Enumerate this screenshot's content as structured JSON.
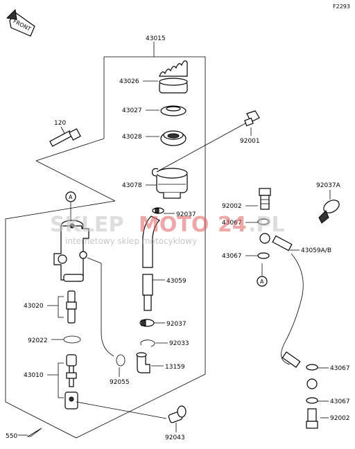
{
  "diagram": {
    "code": "F2293",
    "front_badge": "FRONT",
    "callouts": {
      "c43015": "43015",
      "c43026": "43026",
      "c43027": "43027",
      "c43028": "43028",
      "c92001": "92001",
      "c120": "120",
      "c43078": "43078",
      "c92037a_top": "92037",
      "c43059": "43059",
      "c92037_b": "92037",
      "c92033": "92033",
      "c13159": "13159",
      "c43020": "43020",
      "c92022": "92022",
      "c43010": "43010",
      "c92055": "92055",
      "c550": "550",
      "c92043": "92043",
      "c92037A": "92037A",
      "c92002_top": "92002",
      "c43067_1": "43067",
      "c43067_2": "43067",
      "c43059AB": "43059A/B",
      "c43067_3": "43067",
      "c43067_4": "43067",
      "c92002_bottom": "92002",
      "ref_a1": "A",
      "ref_a2": "A"
    }
  },
  "watermark": {
    "part1": "SKLEP",
    "part2": "MOTO",
    "part3": "24",
    "part4": ".PL",
    "tagline": "internetowy sklep motocyklowy"
  }
}
